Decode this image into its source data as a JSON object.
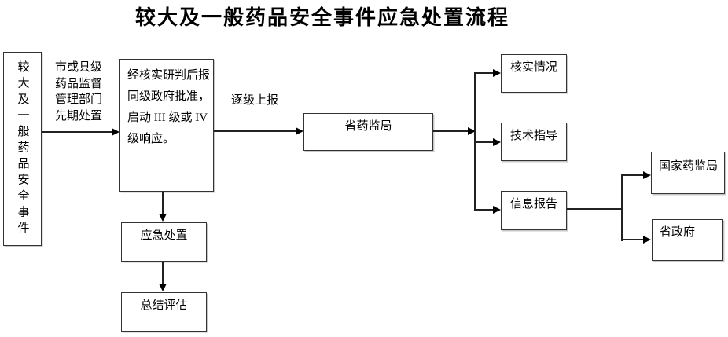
{
  "title": "较大及一般药品安全事件应急处置流程",
  "flow": {
    "event_box": "较大及一般药品安全事件",
    "initial_disposal_label": "市或县级\n药品监督\n管理部门\n先期处置",
    "response_box": "经核实研判后报\n同级政府批准，\n启动 III 级或 IV\n级响应。",
    "escalate_label": "逐级上报",
    "province_drug_admin": "省药监局",
    "verify_box": "核实情况",
    "guidance_box": "技术指导",
    "info_report_box": "信息报告",
    "national_drug_admin": "国家药监局",
    "province_government": "省政府",
    "emergency_box": "应急处置",
    "summary_box": "总结评估"
  },
  "colors": {
    "line": "#222222",
    "border": "#333333",
    "text": "#000000",
    "background": "#ffffff"
  }
}
